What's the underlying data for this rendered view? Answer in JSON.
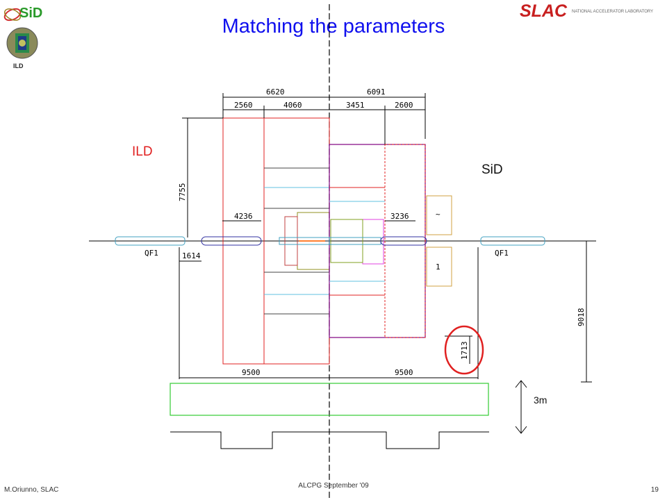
{
  "slide": {
    "title": "Matching the parameters",
    "footer_author": "M.Oriunno, SLAC",
    "footer_event": "ALCPG September '09",
    "page_number": "19"
  },
  "logos": {
    "sid_logo_text": "SiD",
    "slac_logo_text": "SLAC",
    "slac_logo_subtitle": "NATIONAL ACCELERATOR LABORATORY",
    "ild_logo_caption": "ILD"
  },
  "labels": {
    "ild": "ILD",
    "sid": "SiD",
    "floor_height": "3m"
  },
  "dimensions": {
    "ild_total_width": "6620",
    "sid_total_width": "6091",
    "ild_seg_outer": "2560",
    "ild_seg_inner": "4060",
    "sid_seg_inner": "3451",
    "sid_seg_outer": "2600",
    "ild_height": "7755",
    "ild_qd_distance": "4236",
    "sid_qd_distance": "3236",
    "qf1_left": "QF1",
    "qf1_right": "QF1",
    "qf1_gap": "1614",
    "beam_height": "9018",
    "sid_gap": "1713",
    "ild_platform_width": "9500",
    "sid_platform_width": "9500"
  },
  "colors": {
    "title": "#1010ee",
    "ild_outline": "#e02020",
    "sid_outline": "#800080",
    "platform": "#33cc33",
    "highlight_circle": "#e02020"
  }
}
